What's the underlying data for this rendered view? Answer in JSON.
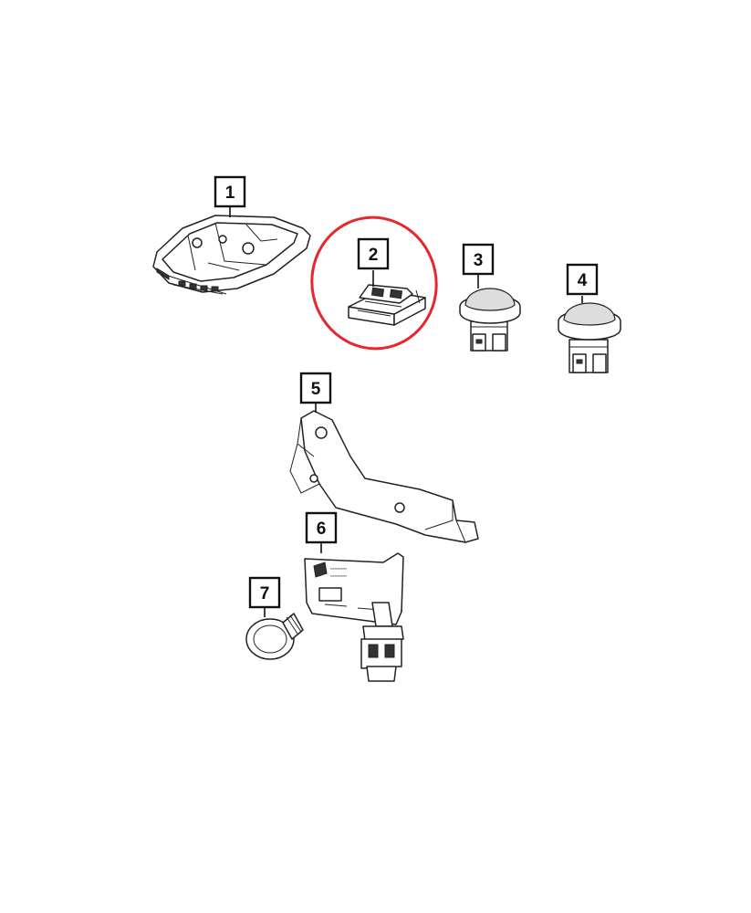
{
  "callouts": [
    {
      "id": "1",
      "label": "1"
    },
    {
      "id": "2",
      "label": "2"
    },
    {
      "id": "3",
      "label": "3"
    },
    {
      "id": "4",
      "label": "4"
    },
    {
      "id": "5",
      "label": "5"
    },
    {
      "id": "6",
      "label": "6"
    },
    {
      "id": "7",
      "label": "7"
    }
  ],
  "highlight": {
    "target": "2",
    "color": "#e8262b"
  },
  "colors": {
    "line": "#222222",
    "background": "#ffffff"
  }
}
